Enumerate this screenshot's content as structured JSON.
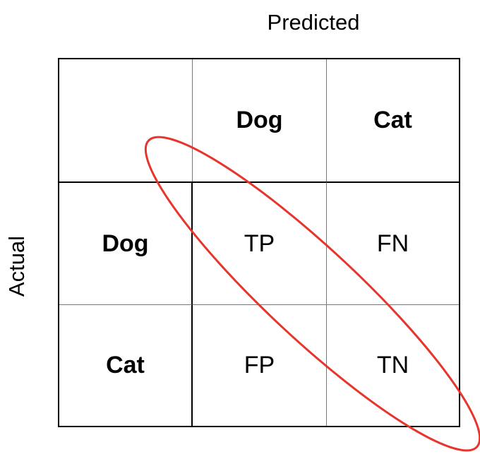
{
  "axes": {
    "predicted_label": "Predicted",
    "actual_label": "Actual"
  },
  "header": {
    "predicted_classes": [
      "Dog",
      "Cat"
    ]
  },
  "rows": [
    {
      "actual_class": "Dog",
      "cells": [
        "TP",
        "FN"
      ]
    },
    {
      "actual_class": "Cat",
      "cells": [
        "FP",
        "TN"
      ]
    }
  ],
  "colors": {
    "highlight": "#e8352c",
    "grid": "#000000"
  }
}
